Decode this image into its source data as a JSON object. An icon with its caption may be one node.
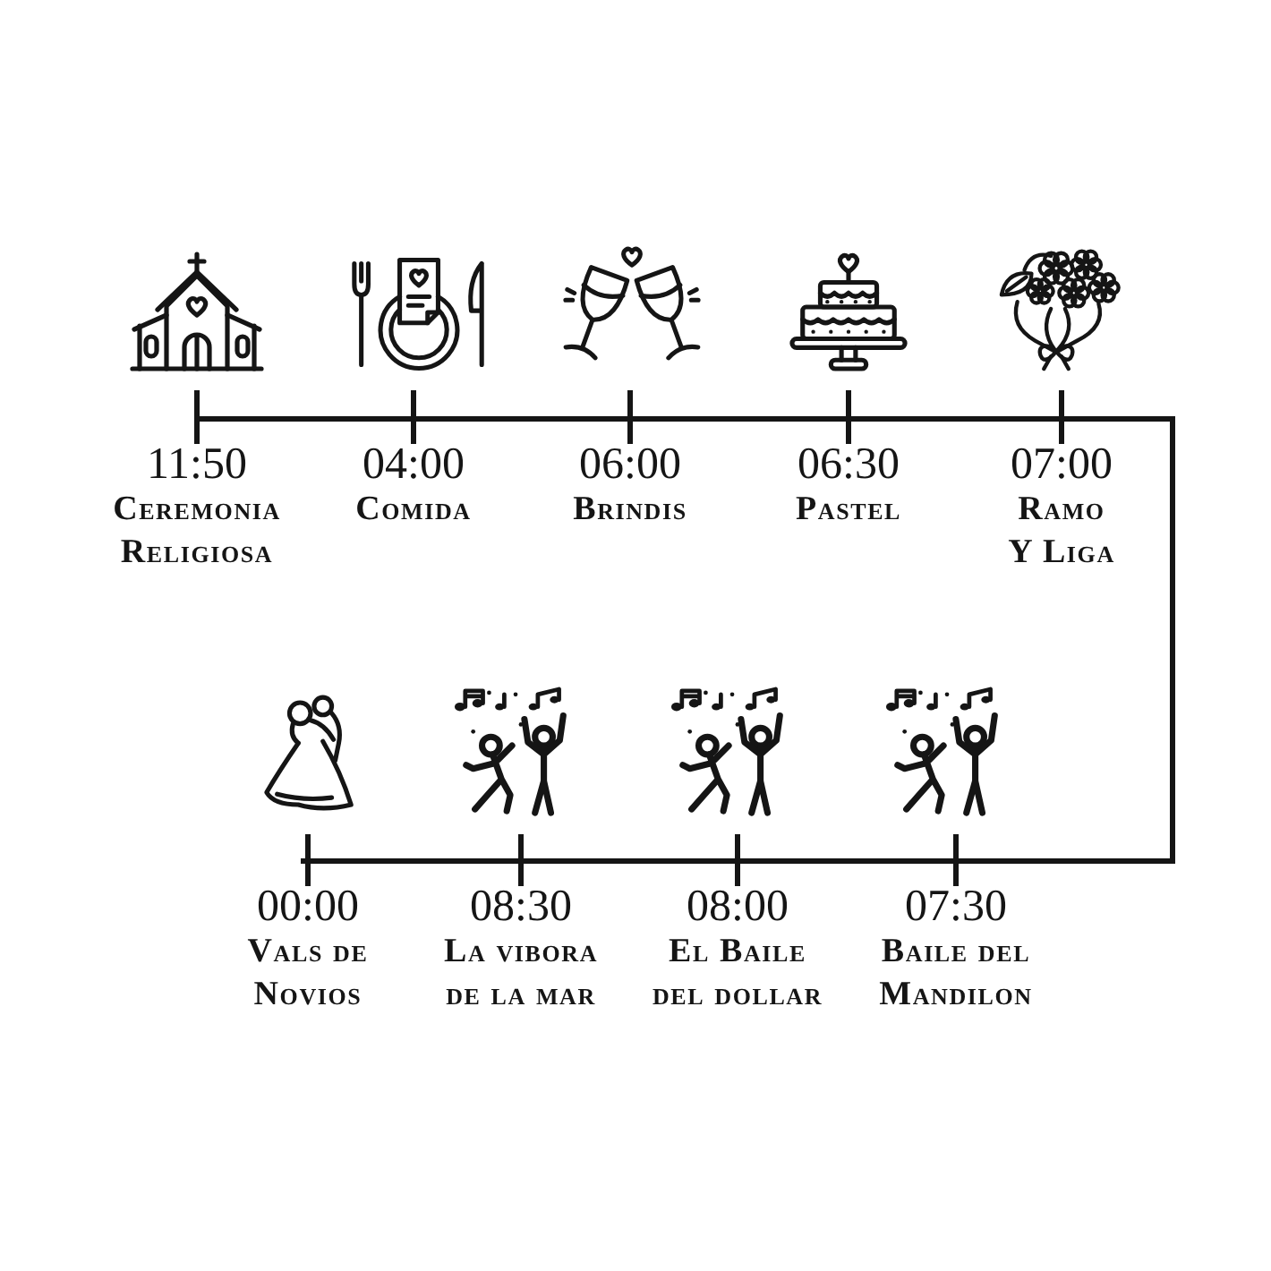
{
  "diagram": {
    "labels": [
      "11:50",
      "Ceremonia Religiosa",
      "04:00",
      "Comida",
      "06:00",
      "Brindis",
      "06:30",
      "Pastel",
      "07:00",
      "Ramo Y Liga",
      "00:00",
      "Vals de Novios",
      "08:30",
      "La vibora de la mar",
      "08:00",
      "El Baile del dollar",
      "07:30",
      "Baile del Mandilon"
    ]
  }
}
